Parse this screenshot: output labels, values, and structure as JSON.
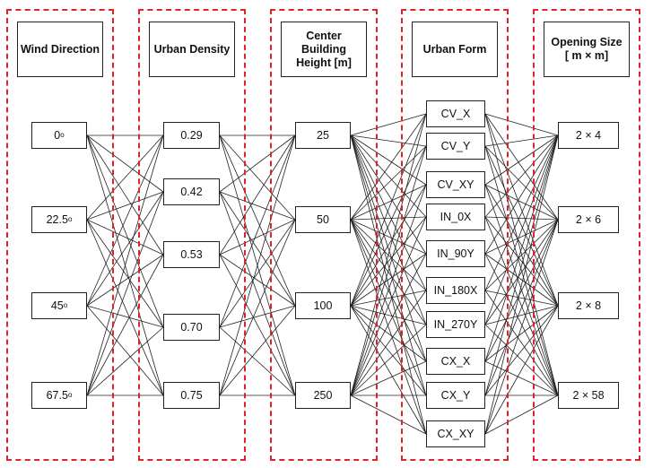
{
  "columns": [
    {
      "header": "Wind Direction",
      "nodes": [
        {
          "base": "0",
          "sup": "o"
        },
        {
          "base": "22.5",
          "sup": "o"
        },
        {
          "base": "45",
          "sup": "o"
        },
        {
          "base": "67.5",
          "sup": "o"
        }
      ]
    },
    {
      "header": "Urban Density",
      "nodes": [
        {
          "base": "0.29"
        },
        {
          "base": "0.42"
        },
        {
          "base": "0.53"
        },
        {
          "base": "0.70"
        },
        {
          "base": "0.75"
        }
      ]
    },
    {
      "header": "Center\nBuilding\nHeight [m]",
      "nodes": [
        {
          "base": "25"
        },
        {
          "base": "50"
        },
        {
          "base": "100"
        },
        {
          "base": "250"
        }
      ]
    },
    {
      "header": "Urban Form",
      "nodes": [
        {
          "base": "CV_X"
        },
        {
          "base": "CV_Y"
        },
        {
          "base": "CV_XY"
        },
        {
          "base": "IN_0X"
        },
        {
          "base": "IN_90Y"
        },
        {
          "base": "IN_180X"
        },
        {
          "base": "IN_270Y"
        },
        {
          "base": "CX_X"
        },
        {
          "base": "CX_Y"
        },
        {
          "base": "CX_XY"
        }
      ]
    },
    {
      "header": "Opening Size\n[ m × m]",
      "nodes": [
        {
          "base": "2 × 4"
        },
        {
          "base": "2 × 6"
        },
        {
          "base": "2 × 8"
        },
        {
          "base": "2 × 58"
        }
      ]
    }
  ],
  "colors": {
    "frame": "#e0222a",
    "line": "#222222",
    "box_border": "#222222"
  }
}
